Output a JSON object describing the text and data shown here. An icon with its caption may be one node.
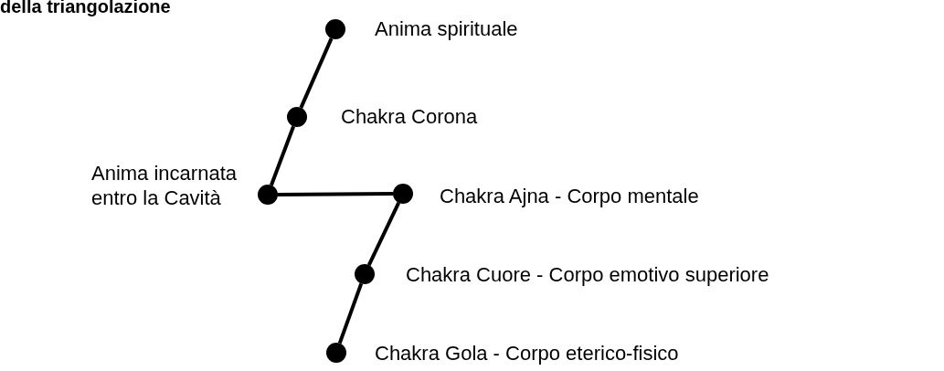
{
  "diagram": {
    "title": "della triangolazione",
    "nodes": [
      {
        "text": [],
        "shape": "circle",
        "beside": [
          "Anima spirituale"
        ]
      },
      {
        "text": [],
        "shape": "circle",
        "beside": [
          "Chakra Corona"
        ]
      },
      {
        "text": [],
        "shape": "circle",
        "beside": [
          "Anima incarnata entro la Cavità"
        ]
      },
      {
        "text": [],
        "shape": "circle",
        "beside": [
          "Chakra Ajna - Corpo mentale"
        ]
      },
      {
        "text": [],
        "shape": "circle",
        "beside": [
          "Chakra Cuore - Corpo emotivo superiore"
        ]
      },
      {
        "text": [],
        "shape": "circle",
        "beside": [
          "Chakra Gola - Corpo eterico-fisico"
        ]
      }
    ],
    "edges": [
      {
        "from": 0,
        "to": 1,
        "arrow": "none"
      },
      {
        "from": 1,
        "to": 2,
        "arrow": "none"
      },
      {
        "from": 2,
        "to": 3,
        "arrow": "none"
      },
      {
        "from": 3,
        "to": 4,
        "arrow": "none"
      },
      {
        "from": 4,
        "to": 5,
        "arrow": "none"
      }
    ]
  }
}
